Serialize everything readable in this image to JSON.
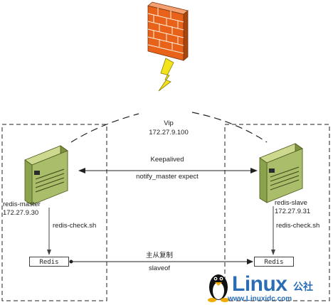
{
  "vip": {
    "title": "Vip",
    "ip": "172.27.9.100"
  },
  "master": {
    "name": "redis-master",
    "ip": "172.27.9.30",
    "check": "redis-check.sh",
    "redis": "Redis"
  },
  "slave": {
    "name": "redis-slave",
    "ip": "172.27.9.31",
    "check": "redis-check.sh",
    "redis": "Redis"
  },
  "keepalived": {
    "line1": "Keepalived",
    "line2": "notify_master expect"
  },
  "replication": {
    "line1": "主从复制",
    "line2": "slaveof"
  },
  "watermark": {
    "brand": "Linux",
    "brand_cn": "公社",
    "url": "www.Linuxidc.com"
  },
  "colors": {
    "firewall": "#e8621a",
    "lightning": "#f2e31a",
    "server_front": "#a9bd6a",
    "server_side": "#7d9140",
    "logo": "#2a6db5"
  }
}
